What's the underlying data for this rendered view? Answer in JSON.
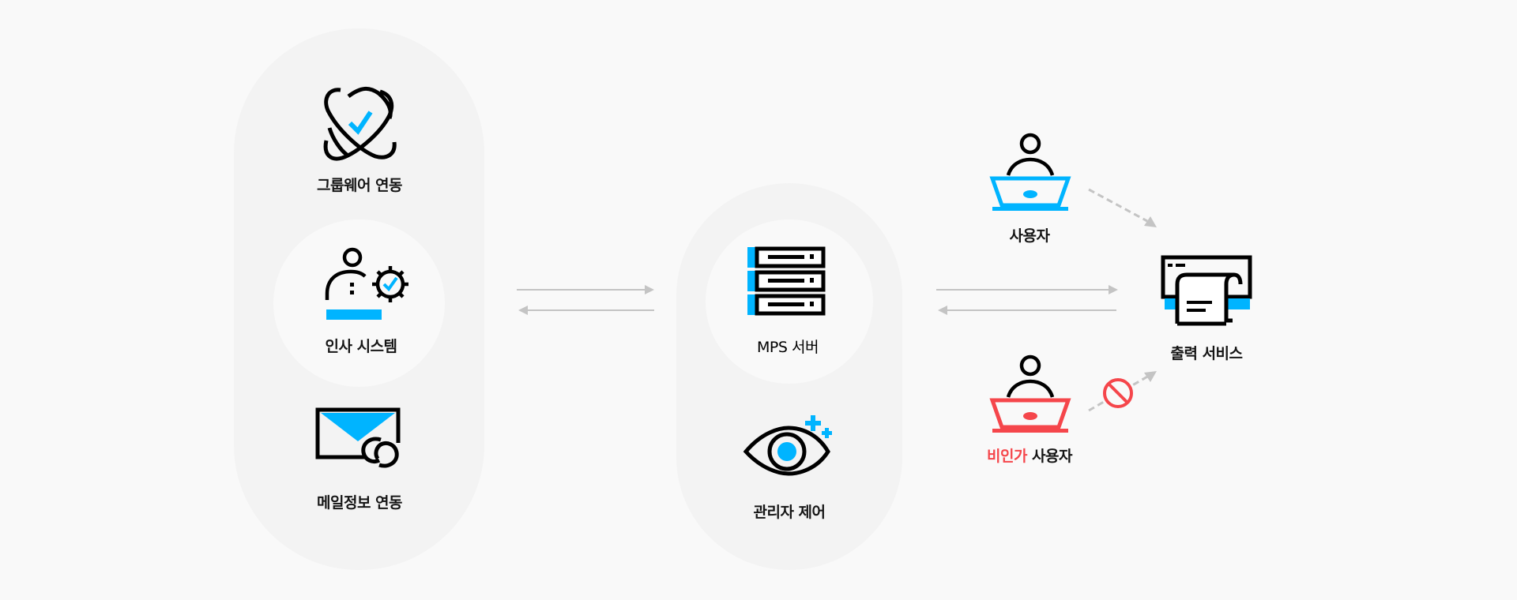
{
  "colors": {
    "background": "#f9f9f9",
    "panel": "#f3f3f3",
    "accent_blue": "#00b4ff",
    "accent_red": "#f5464b",
    "arrow_grey": "#c4c4c4",
    "icon_black": "#000000"
  },
  "left_group": {
    "items": [
      {
        "label": "그룹웨어 연동",
        "icon": "groupware-orbit-check-icon"
      },
      {
        "label": "인사 시스템",
        "icon": "person-gear-check-icon"
      },
      {
        "label": "메일정보 연동",
        "icon": "mail-link-icon"
      }
    ]
  },
  "center_group": {
    "items": [
      {
        "label": "MPS 서버",
        "icon": "server-rack-icon"
      },
      {
        "label": "관리자 제어",
        "icon": "eye-sparkle-icon"
      }
    ]
  },
  "right_group": {
    "user": {
      "label": "사용자",
      "icon": "user-laptop-icon",
      "color": "#00b4ff"
    },
    "unauthorized_user": {
      "label_highlight": "비인가",
      "label_rest": " 사용자",
      "icon": "user-laptop-icon",
      "color": "#f5464b"
    },
    "print_service": {
      "label": "출력 서비스",
      "icon": "printer-icon"
    },
    "blocked_icon": "prohibited-icon"
  },
  "connections": [
    {
      "from": "left_group",
      "to": "center_group",
      "type": "bidirectional"
    },
    {
      "from": "center_group",
      "to": "right_group",
      "type": "bidirectional"
    },
    {
      "from": "user",
      "to": "print_service",
      "type": "dashed",
      "allowed": true
    },
    {
      "from": "unauthorized_user",
      "to": "print_service",
      "type": "dashed",
      "allowed": false
    }
  ]
}
